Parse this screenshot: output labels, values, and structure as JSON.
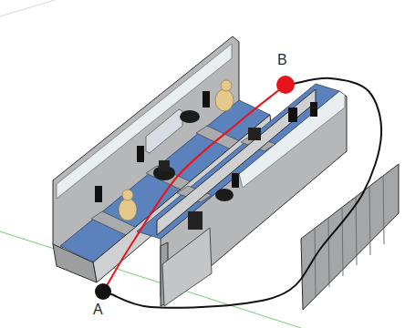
{
  "diagram": {
    "nodes": [
      {
        "text": [
          "B"
        ]
      },
      {
        "text": [
          "A"
        ]
      }
    ],
    "edges": [
      {
        "from": 1,
        "to": 0,
        "arrow": "none"
      },
      {
        "from": 1,
        "to": 0,
        "arrow": "none"
      }
    ]
  }
}
